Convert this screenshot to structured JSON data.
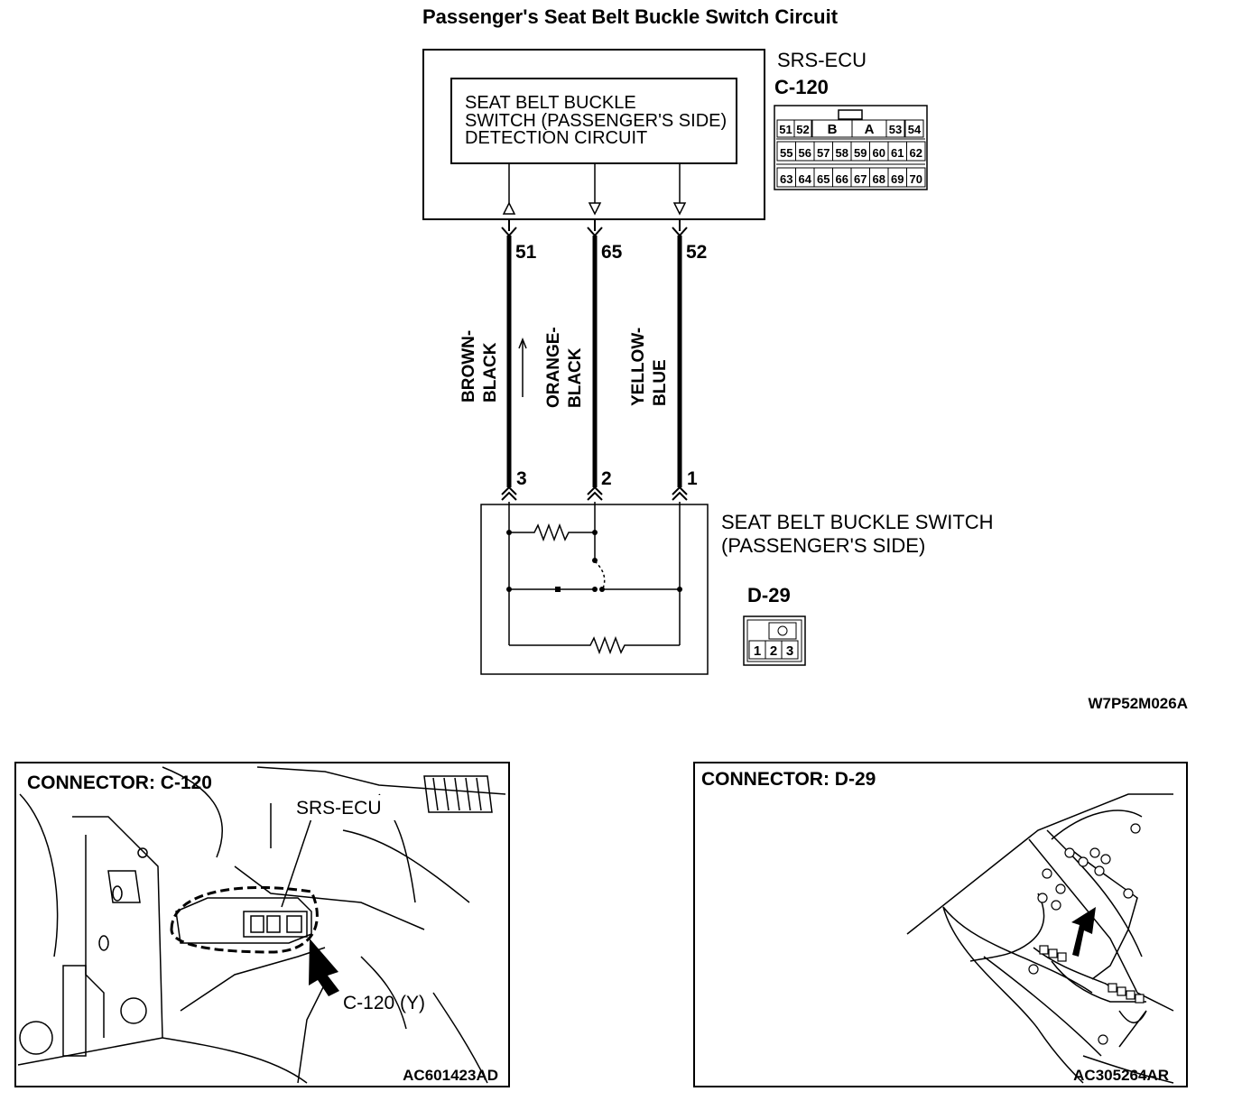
{
  "title": "Passenger's Seat Belt Buckle Switch Circuit",
  "ecu": {
    "name": "SRS-ECU",
    "connector": "C-120",
    "detection_circuit": [
      "SEAT BELT BUCKLE",
      "SWITCH (PASSENGER'S SIDE)",
      "DETECTION CIRCUIT"
    ],
    "connector_top_row": [
      "51",
      "52",
      "B",
      "A",
      "53",
      "54"
    ],
    "connector_mid_row": [
      "55",
      "56",
      "57",
      "58",
      "59",
      "60",
      "61",
      "62"
    ],
    "connector_bottom_row": [
      "63",
      "64",
      "65",
      "66",
      "67",
      "68",
      "69",
      "70"
    ]
  },
  "wires": [
    {
      "ecu_pin": "51",
      "color": [
        "BROWN-",
        "BLACK"
      ],
      "switch_pin": "3"
    },
    {
      "ecu_pin": "65",
      "color": [
        "ORANGE-",
        "BLACK"
      ],
      "switch_pin": "2"
    },
    {
      "ecu_pin": "52",
      "color": [
        "YELLOW-",
        "BLUE"
      ],
      "switch_pin": "1"
    }
  ],
  "switch": {
    "name": [
      "SEAT BELT BUCKLE SWITCH",
      "(PASSENGER'S SIDE)"
    ],
    "connector": "D-29",
    "connector_pins": [
      "1",
      "2",
      "3"
    ]
  },
  "diagram_code": "W7P52M026A",
  "photos": [
    {
      "title": "CONNECTOR: C-120",
      "label_ecu": "SRS-ECU",
      "label_conn": "C-120 (Y)",
      "code": "AC601423AD"
    },
    {
      "title": "CONNECTOR: D-29",
      "code": "AC305264AR"
    }
  ]
}
